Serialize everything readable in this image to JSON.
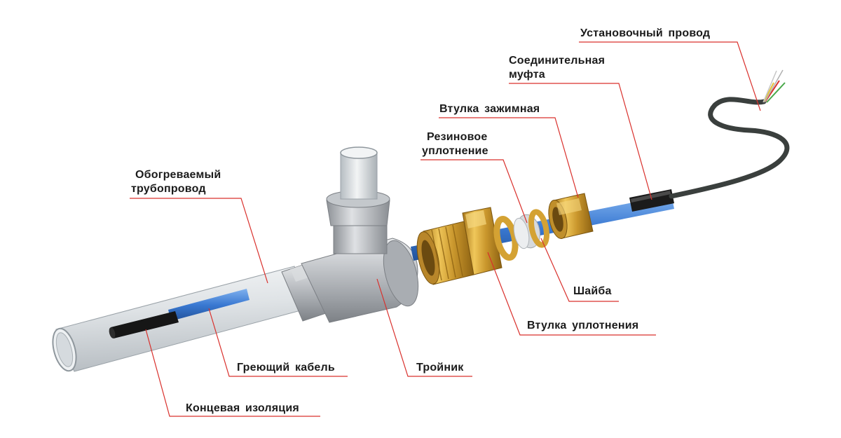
{
  "labels": {
    "installation_wire": "Установочный провод",
    "connecting_coupling_1": "Соединительная",
    "connecting_coupling_2": "муфта",
    "clamping_sleeve": "Втулка зажимная",
    "rubber_seal_1": "Резиновое",
    "rubber_seal_2": "уплотнение",
    "heated_pipeline_1": "Обогреваемый",
    "heated_pipeline_2": "трубопровод",
    "washer": "Шайба",
    "seal_sleeve": "Втулка уплотнения",
    "heating_cable": "Греющий кабель",
    "tee": "Тройник",
    "end_insulation": "Концевая изоляция"
  },
  "colors": {
    "leader_line": "#d9302c",
    "cable_blue": "#3f7fd6",
    "brass": "#c99a2e",
    "steel": "#b9bcc0",
    "pipe_glass": "#e3e7ea",
    "wire_dark": "#3a3f3d",
    "label_text": "#1b1b1b"
  }
}
